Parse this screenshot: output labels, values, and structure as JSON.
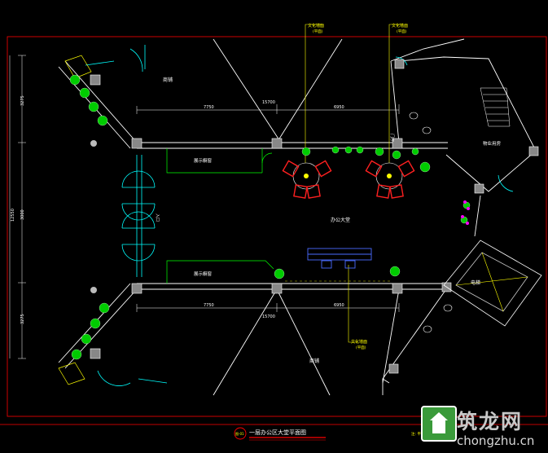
{
  "labels": {
    "shop_top": "商铺",
    "shop_bottom": "商铺",
    "office_hall": "办公大堂",
    "display_top": "展示橱窗",
    "display_bottom": "展示橱窗",
    "property_room": "物业用房",
    "elevator": "电梯",
    "door": "门厅",
    "side_label": "入口",
    "feature_wall_a": "文化墙面",
    "feature_wall_a_sub": "(平面)",
    "feature_wall_b": "文化墙面",
    "feature_wall_b_sub": "(平面)",
    "feature_wall_c": "文化墙面",
    "feature_wall_c_sub": "(平面)"
  },
  "dimensions": {
    "top_left": "7750",
    "top_mid": "15700",
    "top_right": "6950",
    "bottom_left": "7750",
    "bottom_mid": "15700",
    "bottom_right": "6950",
    "left_a": "3275",
    "left_b": "3275",
    "left_total": "12550",
    "left_c": "3000"
  },
  "title": {
    "badge": "图-01",
    "text": "一层办公区大堂平面图",
    "note": "注: 平面布置图仅供参考"
  },
  "watermark": {
    "cn": "筑龙网",
    "en": "chongzhu.cn"
  },
  "colors": {
    "bg": "#000000",
    "wall": "#ffffff",
    "frame": "#ff0000",
    "glass": "#00ffff",
    "leader": "#ffff00",
    "plant": "#00cc00",
    "furniture": "#ff2020",
    "reception": "#4a6cff",
    "magenta": "#ff00ff"
  }
}
